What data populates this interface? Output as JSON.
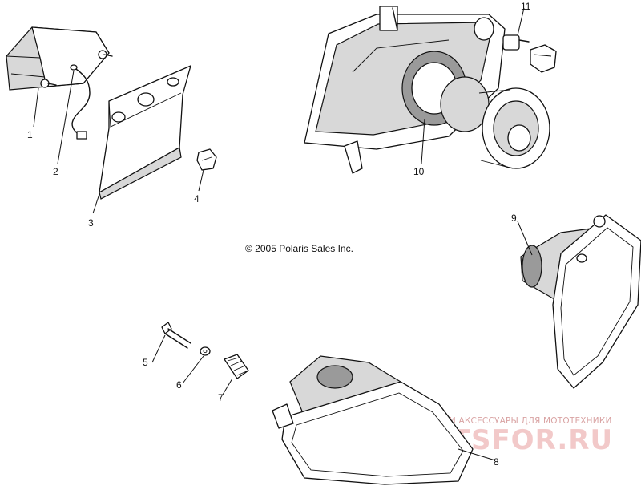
{
  "copyright": "© 2005 Polaris Sales Inc.",
  "callouts": [
    "1",
    "2",
    "3",
    "4",
    "5",
    "6",
    "7",
    "8",
    "9",
    "10",
    "11"
  ],
  "watermark": {
    "tagline": "ЗАПЧАСТИ И АКСЕССУАРЫ ДЛЯ МОТОТЕХНИКИ",
    "brand": "PARTSFOR.RU",
    "color": "#e06b6b"
  },
  "parts": [
    {
      "number": "1",
      "icon": "tail-light-housing-icon"
    },
    {
      "number": "2",
      "icon": "wire-harness-icon"
    },
    {
      "number": "3",
      "icon": "license-plate-bracket-icon"
    },
    {
      "number": "4",
      "icon": "nut-icon"
    },
    {
      "number": "5",
      "icon": "bolt-icon"
    },
    {
      "number": "6",
      "icon": "washer-icon"
    },
    {
      "number": "7",
      "icon": "spring-icon"
    },
    {
      "number": "8",
      "icon": "headlight-assembly-icon"
    },
    {
      "number": "9",
      "icon": "side-headlight-icon"
    },
    {
      "number": "10",
      "icon": "headlight-bulb-icon"
    },
    {
      "number": "11",
      "icon": "bulb-socket-icon"
    }
  ]
}
